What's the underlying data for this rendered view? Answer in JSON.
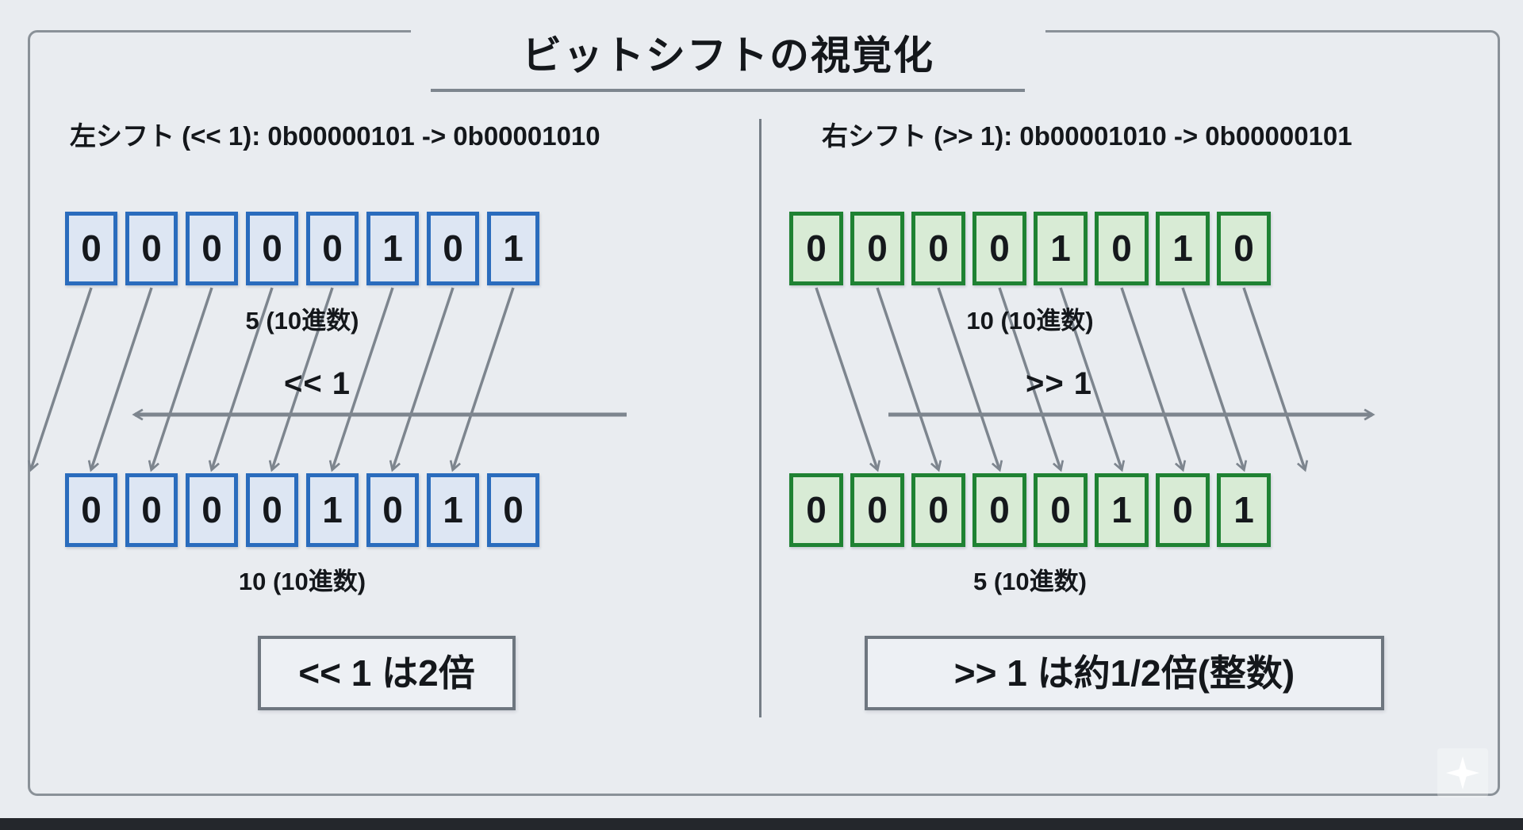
{
  "title": "ビットシフトの視覚化",
  "panels": {
    "left": {
      "header": "左シフト (<< 1): 0b00000101 -> 0b00001010",
      "top_row": {
        "bits": [
          "0",
          "0",
          "0",
          "0",
          "0",
          "1",
          "0",
          "1"
        ],
        "label": "5 (10進数)"
      },
      "shift_label": "<< 1",
      "bottom_row": {
        "bits": [
          "0",
          "0",
          "0",
          "0",
          "1",
          "0",
          "1",
          "0"
        ],
        "label": "10 (10進数)"
      },
      "result": "<< 1 は2倍",
      "accent_border": "#2a6cbd",
      "accent_fill": "#dde6f3"
    },
    "right": {
      "header": "右シフト (>> 1): 0b00001010 -> 0b00000101",
      "top_row": {
        "bits": [
          "0",
          "0",
          "0",
          "0",
          "1",
          "0",
          "1",
          "0"
        ],
        "label": "10 (10進数)"
      },
      "shift_label": ">> 1",
      "bottom_row": {
        "bits": [
          "0",
          "0",
          "0",
          "0",
          "0",
          "1",
          "0",
          "1"
        ],
        "label": "5 (10進数)"
      },
      "result": ">> 1 は約1/2倍(整数)",
      "accent_border": "#1f8233",
      "accent_fill": "#d8ebd5"
    }
  },
  "colors": {
    "background": "#e9ecf0",
    "frame_border": "#8a9198",
    "divider": "#757d86",
    "arrow": "#7d858e",
    "text": "#14171b",
    "bottom_bar": "#24272c"
  },
  "icons": {
    "watermark": "four-point-star-icon"
  }
}
